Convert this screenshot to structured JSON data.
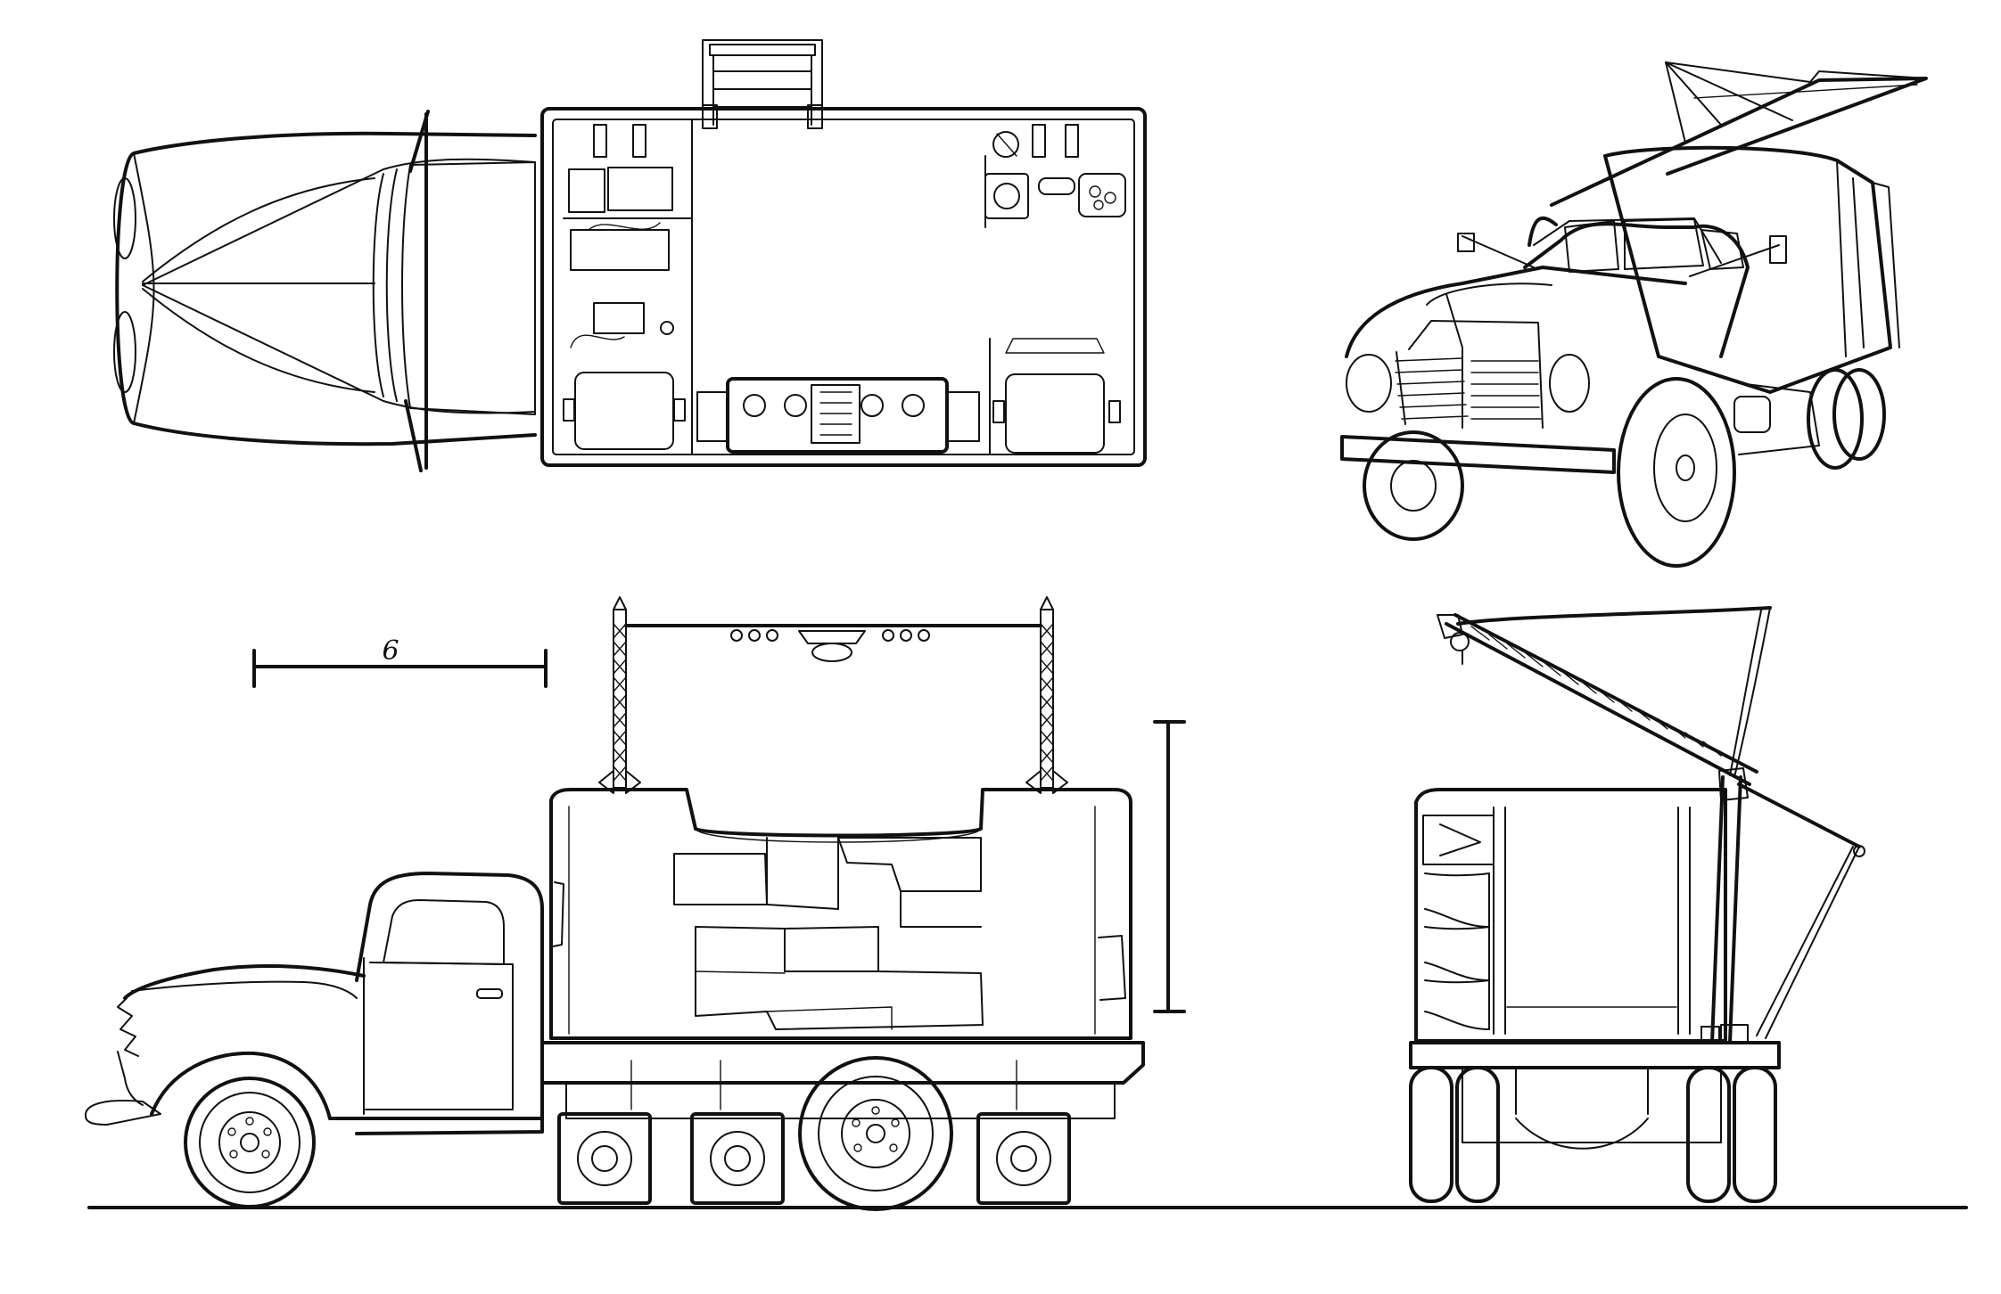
{
  "drawing": {
    "views": [
      "top-view",
      "front-perspective-view",
      "side-view",
      "rear-view"
    ],
    "scale_bar_label": "6",
    "colors": {
      "line": "#111111",
      "paper": "#ffffff"
    }
  }
}
